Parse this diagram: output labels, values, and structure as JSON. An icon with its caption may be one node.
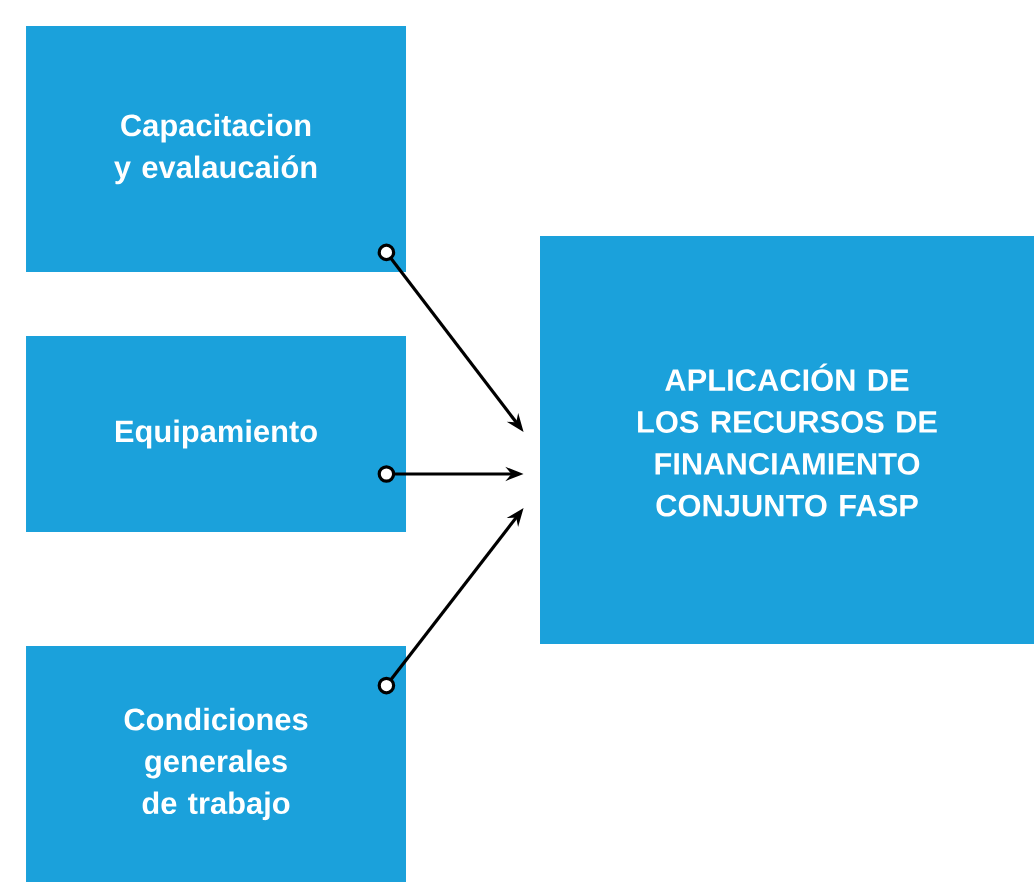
{
  "diagram": {
    "nodes": [
      {
        "text": [
          "Capacitacion y evalaucaión"
        ]
      },
      {
        "text": [
          "Equipamiento"
        ]
      },
      {
        "text": [
          "Condiciones generales de trabajo"
        ]
      },
      {
        "text": [
          "APLICACIÓN DE LOS RECURSOS DE FINANCIAMIENTO CONJUNTO FASP"
        ]
      }
    ],
    "edges": [
      {
        "from": 0,
        "to": 3,
        "arrow": "to"
      },
      {
        "from": 1,
        "to": 3,
        "arrow": "to"
      },
      {
        "from": 2,
        "to": 3,
        "arrow": "to"
      }
    ]
  }
}
